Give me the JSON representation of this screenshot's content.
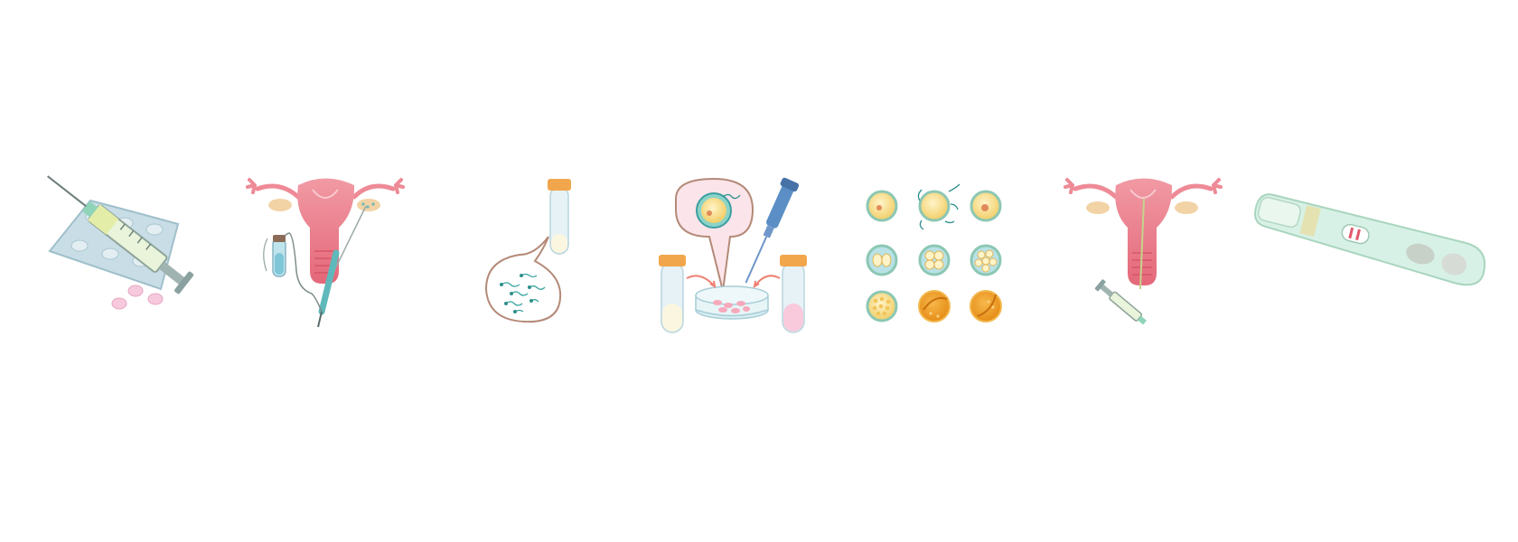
{
  "figure": {
    "steps": [
      {
        "id": "stimulation",
        "icon": "hormone-injection-and-pills-icon"
      },
      {
        "id": "egg-retrieval",
        "icon": "ovum-pickup-needle-icon"
      },
      {
        "id": "sperm-collection",
        "icon": "sperm-sample-tube-icon"
      },
      {
        "id": "fertilization",
        "icon": "icsi-petri-dish-pipette-icon"
      },
      {
        "id": "embryo-culture",
        "icon": "embryo-development-stages-icon"
      },
      {
        "id": "embryo-transfer",
        "icon": "uterus-transfer-catheter-icon"
      },
      {
        "id": "pregnancy-test",
        "icon": "positive-pregnancy-test-icon"
      }
    ],
    "colors": {
      "uterus": "#ee8a96",
      "uterus_dark": "#e26474",
      "ovary": "#f2d3a6",
      "tube_glass": "#e6f2f6",
      "cap": "#f2a64b",
      "teal": "#49b3b0",
      "embryo_yellow": "#f5d77c",
      "blastocyst": "#f0a12a",
      "pipette": "#5b8ec4",
      "pill": "#f6c9dc",
      "test_body": "#d8f1e6",
      "arrow": "#ee8070"
    }
  }
}
